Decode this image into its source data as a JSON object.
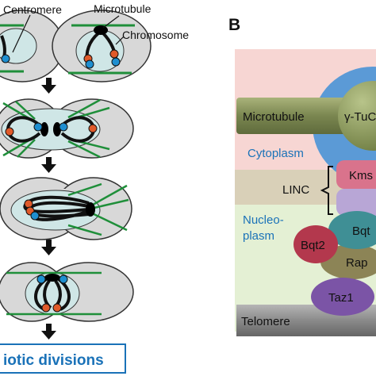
{
  "panel_b": {
    "letter": "B",
    "labels": {
      "microtubule": "Microtubule",
      "gtuc": "γ-TuC",
      "cytoplasm": "Cytoplasm",
      "linc": "LINC",
      "kms": "Kms",
      "nucleo1": "Nucleo-",
      "nucleo2": "plasm",
      "bqt_top": "Bqt",
      "bqt2": "Bqt2",
      "rap": "Rap",
      "taz1": "Taz1",
      "telomere": "Telomere"
    }
  },
  "panel_a": {
    "labels": {
      "centromere": "Centromere",
      "microtubule": "Microtubule",
      "chromosome": "Chromosome",
      "bottom": "iotic divisions"
    }
  },
  "colors": {
    "cell_fill": "#d8d8d8",
    "nucleus_fill": "#cfe6e6",
    "microtubule_green": "#1f8f3a",
    "centromere_blue": "#1e8fd0",
    "telomere_orange": "#e05a2a",
    "spb_black": "#000000",
    "cytoplasm_bg": "#f7d6d3",
    "nucleoplasm_bg": "#e4f0d4",
    "membrane_bg": "#d9d0b8",
    "mt_bar": "#7d8a52",
    "gtuc_ball": "#8c9a5e",
    "blue_blob": "#5b9ad6",
    "kms_pink": "#d9738c",
    "kms_lav": "#b8a6d6",
    "bqt_teal": "#3f8f95",
    "bqt2_red": "#b3384d",
    "rap_olive": "#8c8456",
    "taz1_purple": "#7b54a6",
    "telomere_gray": "#8a8a8a",
    "text_blue": "#1a72b8"
  }
}
